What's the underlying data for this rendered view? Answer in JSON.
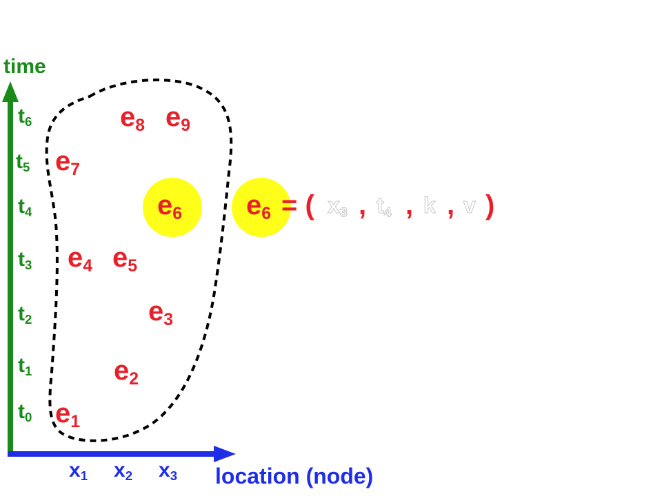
{
  "colors": {
    "time_axis": "#1a8a1a",
    "location_axis": "#1f2ee6",
    "event": "#e8202a",
    "highlight": "#ffff1a",
    "boundary": "#000000"
  },
  "axes": {
    "y_label": "time",
    "x_label": "location (node)",
    "time_ticks": [
      {
        "base": "t",
        "sub": "6"
      },
      {
        "base": "t",
        "sub": "5"
      },
      {
        "base": "t",
        "sub": "4"
      },
      {
        "base": "t",
        "sub": "3"
      },
      {
        "base": "t",
        "sub": "2"
      },
      {
        "base": "t",
        "sub": "1"
      },
      {
        "base": "t",
        "sub": "0"
      }
    ],
    "location_ticks": [
      {
        "base": "x",
        "sub": "1"
      },
      {
        "base": "x",
        "sub": "2"
      },
      {
        "base": "x",
        "sub": "3"
      }
    ]
  },
  "events": [
    {
      "base": "e",
      "sub": "1"
    },
    {
      "base": "e",
      "sub": "2"
    },
    {
      "base": "e",
      "sub": "3"
    },
    {
      "base": "e",
      "sub": "4"
    },
    {
      "base": "e",
      "sub": "5"
    },
    {
      "base": "e",
      "sub": "6"
    },
    {
      "base": "e",
      "sub": "7"
    },
    {
      "base": "e",
      "sub": "8"
    },
    {
      "base": "e",
      "sub": "9"
    }
  ],
  "formula": {
    "event": {
      "base": "e",
      "sub": "6"
    },
    "equals_open": "= (",
    "location": {
      "base": "x",
      "sub": "3"
    },
    "comma": ",",
    "time": {
      "base": "t",
      "sub": "4"
    },
    "key": "k",
    "value": "v",
    "close": ")"
  }
}
